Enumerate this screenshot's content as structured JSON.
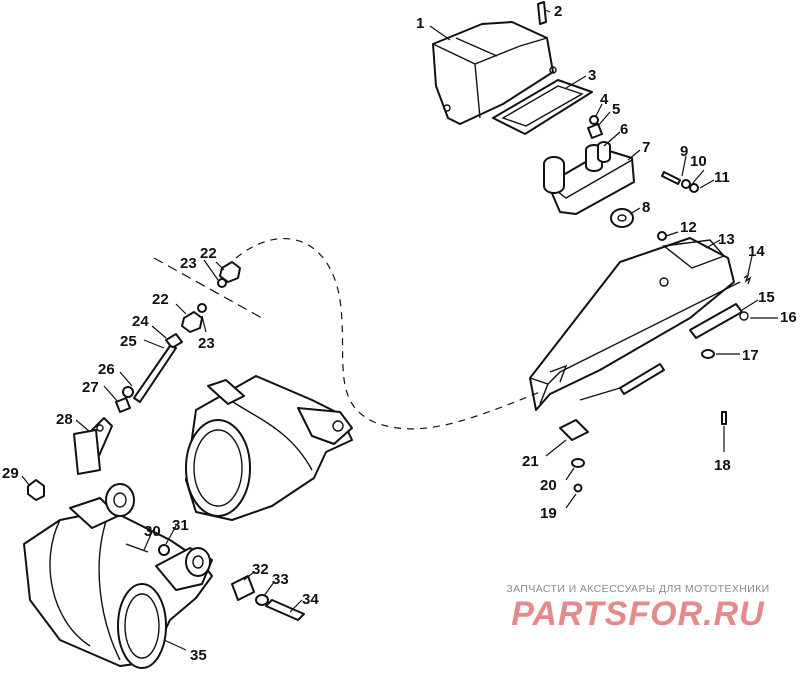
{
  "diagram": {
    "callouts": [
      "1",
      "2",
      "3",
      "4",
      "5",
      "6",
      "7",
      "8",
      "9",
      "10",
      "11",
      "12",
      "13",
      "14",
      "15",
      "16",
      "17",
      "18",
      "19",
      "20",
      "21",
      "22",
      "22",
      "23",
      "23",
      "24",
      "25",
      "26",
      "27",
      "28",
      "29",
      "30",
      "31",
      "32",
      "33",
      "34",
      "35"
    ]
  },
  "watermark": {
    "caption": "ЗАПЧАСТИ И АКСЕССУАРЫ ДЛЯ МОТОТЕХНИКИ",
    "brand": "PARTSFOR.RU",
    "brand_color": "#e58a8a",
    "caption_color": "#8a8a8a"
  }
}
